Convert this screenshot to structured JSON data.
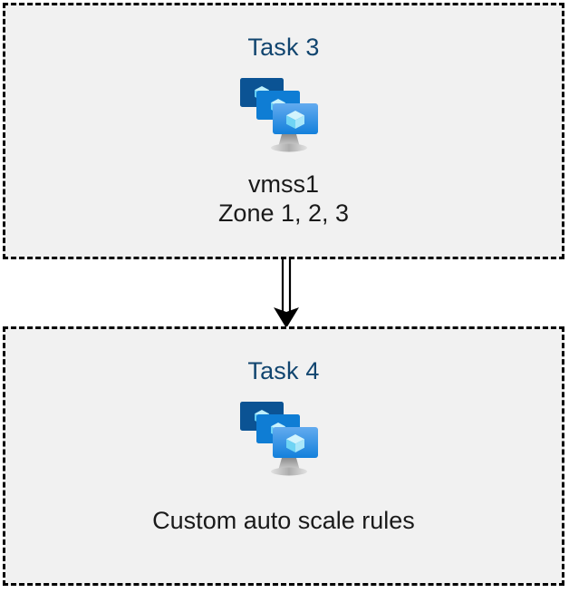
{
  "diagram": {
    "type": "flow",
    "orientation": "vertical",
    "background_color": "#ffffff",
    "box_fill_color": "#f1f1f1",
    "box_border_color": "#000000",
    "box_border_style": "dashed",
    "heading_color": "#11456f",
    "caption_color": "#1a1a1a",
    "connector_color": "#000000",
    "nodes": [
      {
        "id": "task-3",
        "heading": "Task 3",
        "icon": "vm-scale-set-icon",
        "caption_lines": [
          "vmss1",
          "Zone 1, 2, 3"
        ]
      },
      {
        "id": "task-4",
        "heading": "Task 4",
        "icon": "vm-scale-set-icon",
        "caption_lines": [
          "Custom auto scale rules"
        ]
      }
    ],
    "connectors": [
      {
        "id": "task3-to-task4",
        "from": "task-3",
        "to": "task-4",
        "style": "double-line",
        "arrowhead": "filled-triangle",
        "direction": "down"
      }
    ],
    "icon_palette": {
      "monitor_back": "#0B5394",
      "monitor_middle": "#0F7DD4",
      "monitor_front_top": "#5EA7EE",
      "monitor_front_bottom": "#1581DB",
      "cube_light": "#C3F1FD",
      "cube_mid": "#8FDFF8",
      "cube_dark": "#4FC3F0",
      "stand_gray": "#9E9E9E",
      "stand_base_gray": "#CFCFCF"
    }
  }
}
